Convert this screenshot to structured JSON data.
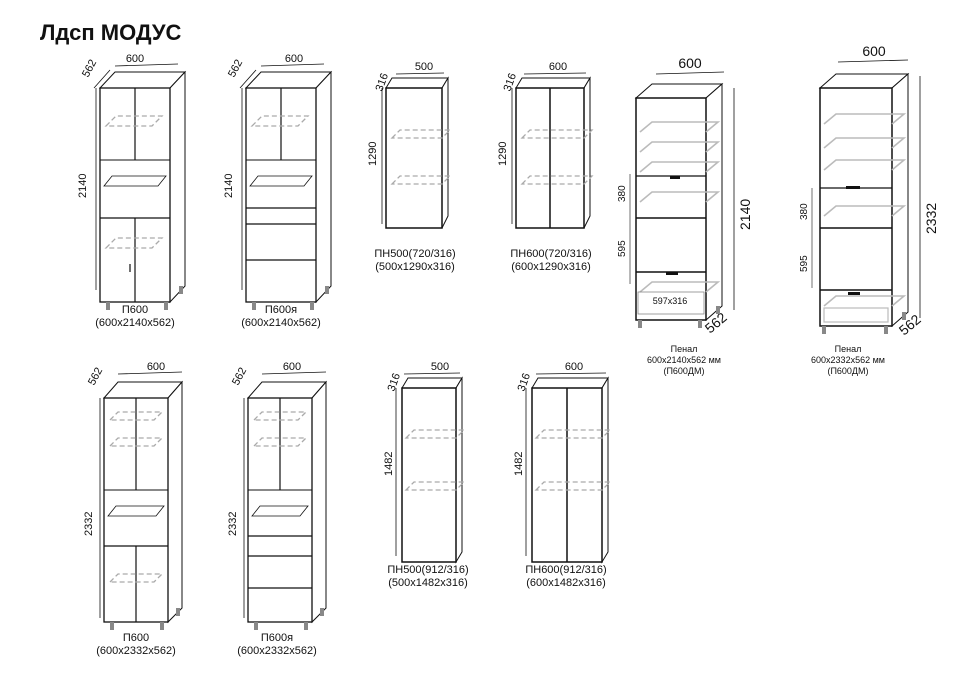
{
  "title": "Лдсп МОДУС",
  "items": [
    {
      "id": "p600-2140",
      "w": "600",
      "d": "562",
      "h": "2140",
      "caption1": "П600",
      "caption2": "(600x2140x562)"
    },
    {
      "id": "p600ya-2140",
      "w": "600",
      "d": "562",
      "h": "2140",
      "caption1": "П600я",
      "caption2": "(600x2140x562)"
    },
    {
      "id": "pn500-720",
      "w": "500",
      "d": "316",
      "h": "1290",
      "caption1": "ПН500(720/316)",
      "caption2": "(500x1290x316)"
    },
    {
      "id": "pn600-720",
      "w": "600",
      "d": "316",
      "h": "1290",
      "caption1": "ПН600(720/316)",
      "caption2": "(600x1290x316)"
    },
    {
      "id": "penal-2140",
      "w": "600",
      "d": "562",
      "h": "2140",
      "sub1": "380",
      "sub2": "595",
      "inner": "597x316",
      "caption1": "Пенал",
      "caption2": "600х2140х562 мм",
      "caption3": "(П600ДМ)"
    },
    {
      "id": "penal-2332",
      "w": "600",
      "d": "562",
      "h": "2332",
      "sub1": "380",
      "sub2": "595",
      "caption1": "Пенал",
      "caption2": "600х2332х562 мм",
      "caption3": "(П600ДМ)"
    },
    {
      "id": "p600-2332",
      "w": "600",
      "d": "562",
      "h": "2332",
      "caption1": "П600",
      "caption2": "(600x2332x562)"
    },
    {
      "id": "p600ya-2332",
      "w": "600",
      "d": "562",
      "h": "2332",
      "caption1": "П600я",
      "caption2": "(600x2332x562)"
    },
    {
      "id": "pn500-912",
      "w": "500",
      "d": "316",
      "h": "1482",
      "caption1": "ПН500(912/316)",
      "caption2": "(500x1482x316)"
    },
    {
      "id": "pn600-912",
      "w": "600",
      "d": "316",
      "h": "1482",
      "caption1": "ПН600(912/316)",
      "caption2": "(600x1482x316)"
    }
  ]
}
